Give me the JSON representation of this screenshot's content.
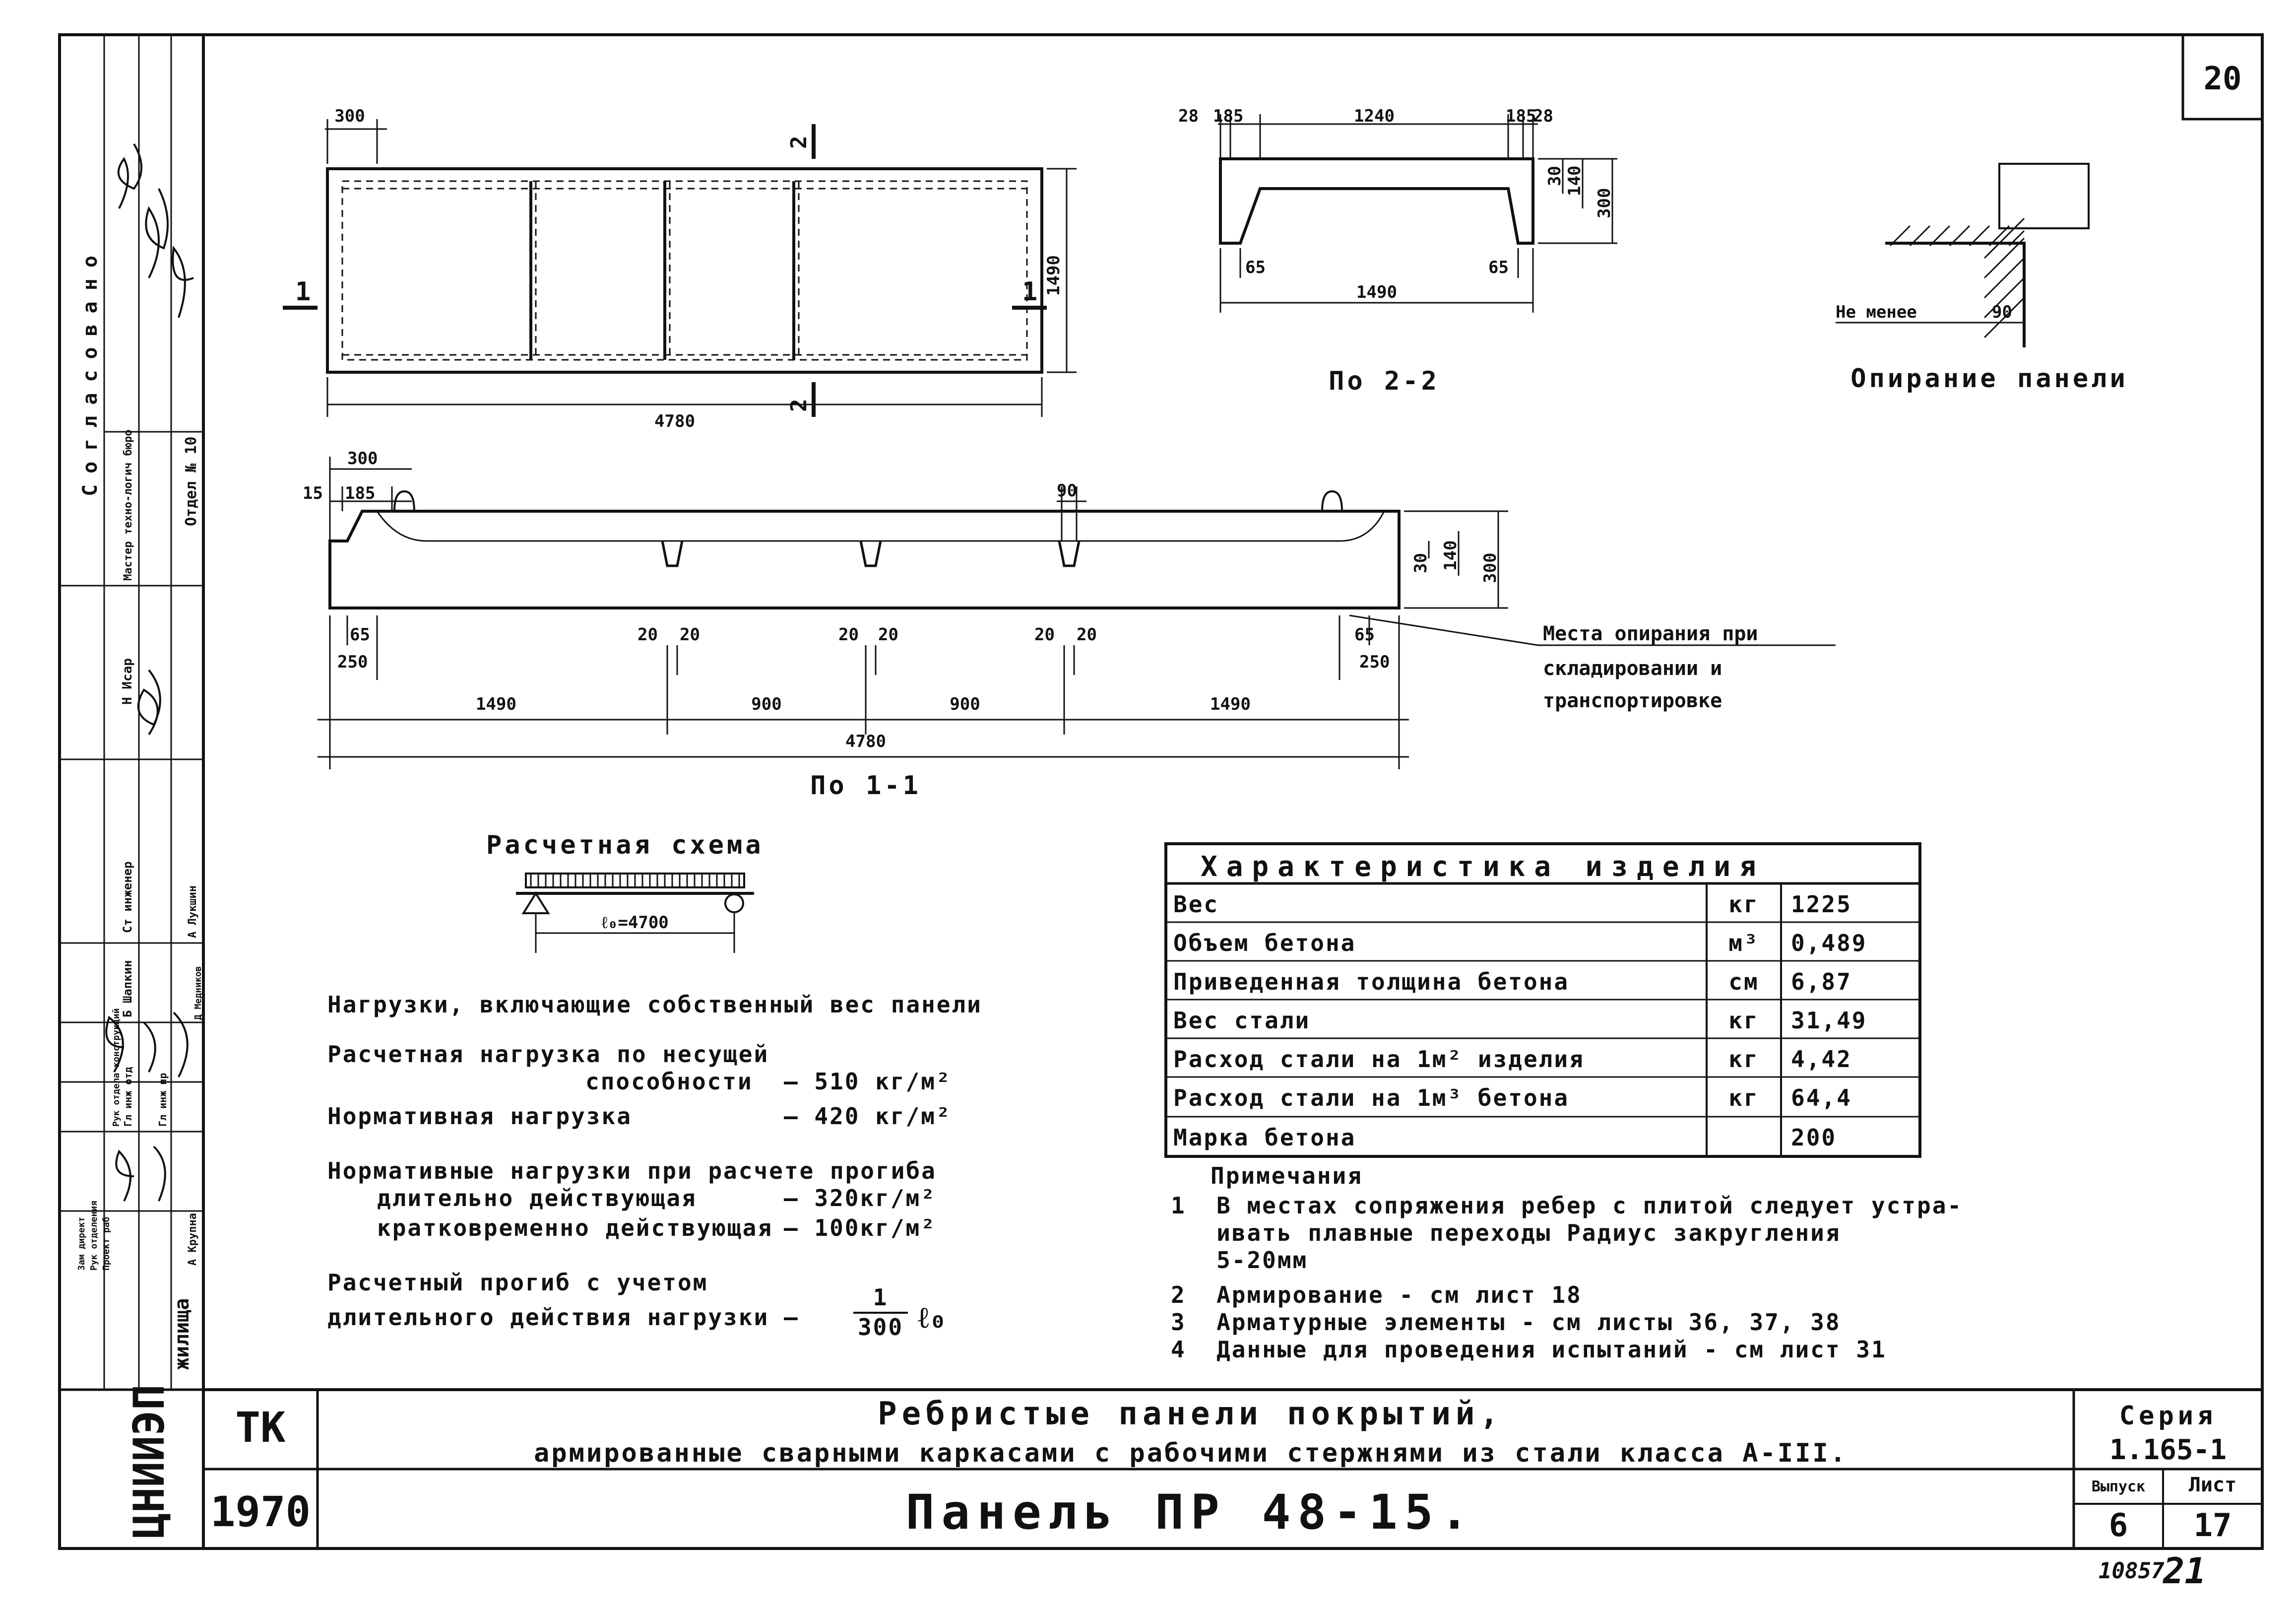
{
  "sheet_number": "20",
  "stamp_bottom": "10857",
  "stamp_handwritten": "21",
  "plan": {
    "dims": {
      "top_left": "300",
      "right_height": "1490",
      "bottom_length": "4780"
    },
    "section_marks": {
      "vertical": "1",
      "horizontal": "2"
    }
  },
  "section_2_2": {
    "dims": {
      "t1": "28",
      "t2": "185",
      "mid": "1240",
      "t3": "185",
      "t4": "28",
      "r1": "30",
      "r2": "140",
      "r3": "300",
      "b1": "65",
      "b2": "65",
      "width": "1490"
    },
    "caption": "По 2-2"
  },
  "support": {
    "label": "Не менее",
    "value": "90",
    "caption": "Опирание панели"
  },
  "section_1_1": {
    "dims": {
      "top": "300",
      "d15": "15",
      "d185": "185",
      "d90": "90",
      "r1": "30",
      "r2": "140",
      "r3": "300",
      "l65": "65",
      "l250": "250",
      "r65": "65",
      "r250": "250",
      "rib1": "20",
      "rib2": "20",
      "rib3": "20",
      "rib4": "20",
      "rib5": "20",
      "rib6": "20",
      "s1": "1490",
      "s2": "900",
      "s3": "900",
      "s4": "1490",
      "total": "4780"
    },
    "support_note": [
      "Места опирания при",
      "складировании и",
      "транспортировке"
    ],
    "caption": "По 1-1"
  },
  "calc_scheme": {
    "title": "Расчетная схема",
    "span": "ℓ₀=4700"
  },
  "loads": {
    "heading": "Нагрузки, включающие собственный вес панели",
    "design_label_1": "Расчетная нагрузка по несущей",
    "design_label_2": "способности",
    "design_value": "– 510 кг/м²",
    "normative_label": "Нормативная нагрузка",
    "normative_value": "– 420 кг/м²",
    "deflection_heading": "Нормативные нагрузки при расчете прогиба",
    "long_label": "длительно действующая",
    "long_value": "– 320кг/м²",
    "short_label": "кратковременно действующая",
    "short_value": "– 100кг/м²",
    "deflect_label_1": "Расчетный прогиб с учетом",
    "deflect_label_2": "длительного действия нагрузки",
    "deflect_num": "1",
    "deflect_den": "300",
    "deflect_sym": "ℓ₀"
  },
  "characteristics": {
    "title": "Характеристика изделия",
    "rows": [
      {
        "name": "Вес",
        "unit": "кг",
        "value": "1225"
      },
      {
        "name": "Объем бетона",
        "unit": "м³",
        "value": "0,489"
      },
      {
        "name": "Приведенная толщина бетона",
        "unit": "см",
        "value": "6,87"
      },
      {
        "name": "Вес стали",
        "unit": "кг",
        "value": "31,49"
      },
      {
        "name": "Расход стали на 1м² изделия",
        "unit": "кг",
        "value": "4,42"
      },
      {
        "name": "Расход стали на 1м³ бетона",
        "unit": "кг",
        "value": "64,4"
      },
      {
        "name": "Марка бетона",
        "unit": "",
        "value": "200"
      }
    ]
  },
  "notes": {
    "heading": "Примечания",
    "items": [
      "1  В местах сопряжения ребер с плитой следует устра-",
      "   ивать плавные переходы Радиус закругления",
      "   5-20мм",
      "2  Армирование - см лист 18",
      "3  Арматурные элементы - см листы 36, 37, 38",
      "4  Данные для проведения испытаний - см лист 31"
    ]
  },
  "title_block": {
    "tk": "ТК",
    "year": "1970",
    "title_1": "Ребристые панели покрытий,",
    "title_2": "армированные сварными каркасами с рабочими стержнями из стали класса А-III.",
    "name": "Панель ПР 48-15.",
    "series_label": "Серия",
    "series_value": "1.165-1",
    "issue_label": "Выпуск",
    "issue_value": "6",
    "sheet_label": "Лист",
    "sheet_value": "17",
    "org": "ЦНИИЭП",
    "org_dept": "жилища"
  },
  "left_strip": {
    "agreed": "Согласовано",
    "dept": "Отдел № 10",
    "master": "Мастер техно-логич бюро",
    "rows": [
      "Н Исар",
      "Ст инженер",
      "Б Шапкин",
      "Рук отдела конструкций",
      "Гл инж отд",
      "Зам директ",
      "Рук отделения",
      "Проект раб",
      "Гл инж пр"
    ],
    "people": [
      "А Лукшин",
      "Д Медников",
      "А Крупна"
    ]
  }
}
